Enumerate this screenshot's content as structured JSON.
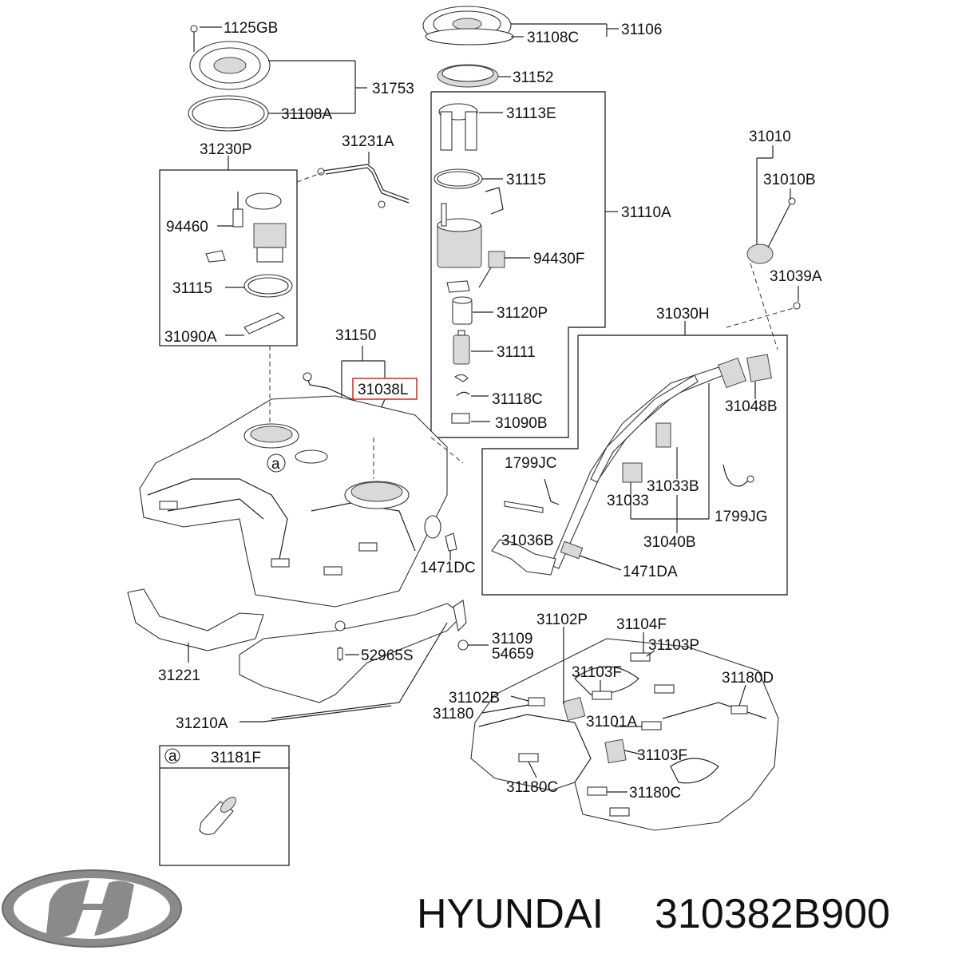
{
  "labels": {
    "p1125GB": "1125GB",
    "p31753": "31753",
    "p31108A": "31108A",
    "p31106": "31106",
    "p31108C": "31108C",
    "p31152": "31152",
    "p31113E": "31113E",
    "p31115a": "31115",
    "p31110A": "31110A",
    "p94430F": "94430F",
    "p31120P": "31120P",
    "p31111": "31111",
    "p31118C": "31118C",
    "p31090B": "31090B",
    "p31230P": "31230P",
    "p31231A": "31231A",
    "p94460": "94460",
    "p31115b": "31115",
    "p31090A": "31090A",
    "p31150": "31150",
    "p31038L": "31038L",
    "pA": "a",
    "p31010": "31010",
    "p31010B": "31010B",
    "p31039A": "31039A",
    "p31030H": "31030H",
    "p31048B": "31048B",
    "p1799JC": "1799JC",
    "p31033B": "31033B",
    "p31033": "31033",
    "p1799JG": "1799JG",
    "p31040B": "31040B",
    "p31036B": "31036B",
    "p1471DA": "1471DA",
    "p1471DC": "1471DC",
    "p31221": "31221",
    "p52965S": "52965S",
    "p31109": "31109",
    "p54659": "54659",
    "p31210A": "31210A",
    "p31102P": "31102P",
    "p31104F": "31104F",
    "p31103P": "31103P",
    "p31103Fa": "31103F",
    "p31180D": "31180D",
    "p31102B": "31102B",
    "p31180": "31180",
    "p31101A": "31101A",
    "p31103Fb": "31103F",
    "p31180C1": "31180C",
    "p31180C2": "31180C",
    "inset_a": "a",
    "p31181F": "31181F"
  },
  "brand": {
    "name": "HYUNDAI",
    "part_number": "310382B900"
  },
  "colors": {
    "highlight": "#d9342b",
    "line": "#222222",
    "logo": "#8a8a8a"
  }
}
